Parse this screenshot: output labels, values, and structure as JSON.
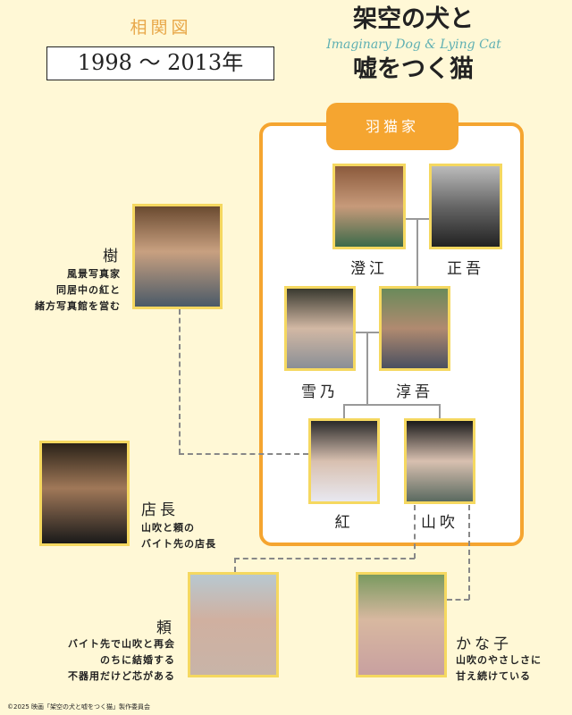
{
  "header": {
    "subtitle": "相関図",
    "period": "1998 〜 2013年"
  },
  "logo": {
    "title_line1": "架空の犬と",
    "title_line2": "嘘をつく猫",
    "script": "Imaginary Dog & Lying Cat"
  },
  "family": {
    "name": "羽猫家"
  },
  "characters": [
    {
      "name": "澄江"
    },
    {
      "name": "正吾"
    },
    {
      "name": "雪乃"
    },
    {
      "name": "淳吾"
    },
    {
      "name": "紅"
    },
    {
      "name": "山吹"
    },
    {
      "name": "樹",
      "desc": [
        "風景写真家",
        "同居中の紅と",
        "緒方写真館を営む"
      ]
    },
    {
      "name": "店長",
      "desc": [
        "山吹と頼の",
        "バイト先の店長"
      ]
    },
    {
      "name": "頼",
      "desc": [
        "バイト先で山吹と再会",
        "のちに結婚する",
        "不器用だけど芯がある"
      ]
    },
    {
      "name": "かな子",
      "desc": [
        "山吹のやさしさに",
        "甘え続けている"
      ]
    }
  ],
  "colors": {
    "background": "#fff8d6",
    "accent": "#f5a530",
    "photo_border": "#f5d860",
    "subtitle": "#e8a84a"
  },
  "copyright": "©2025 映画「架空の犬と嘘をつく猫」製作委員会"
}
